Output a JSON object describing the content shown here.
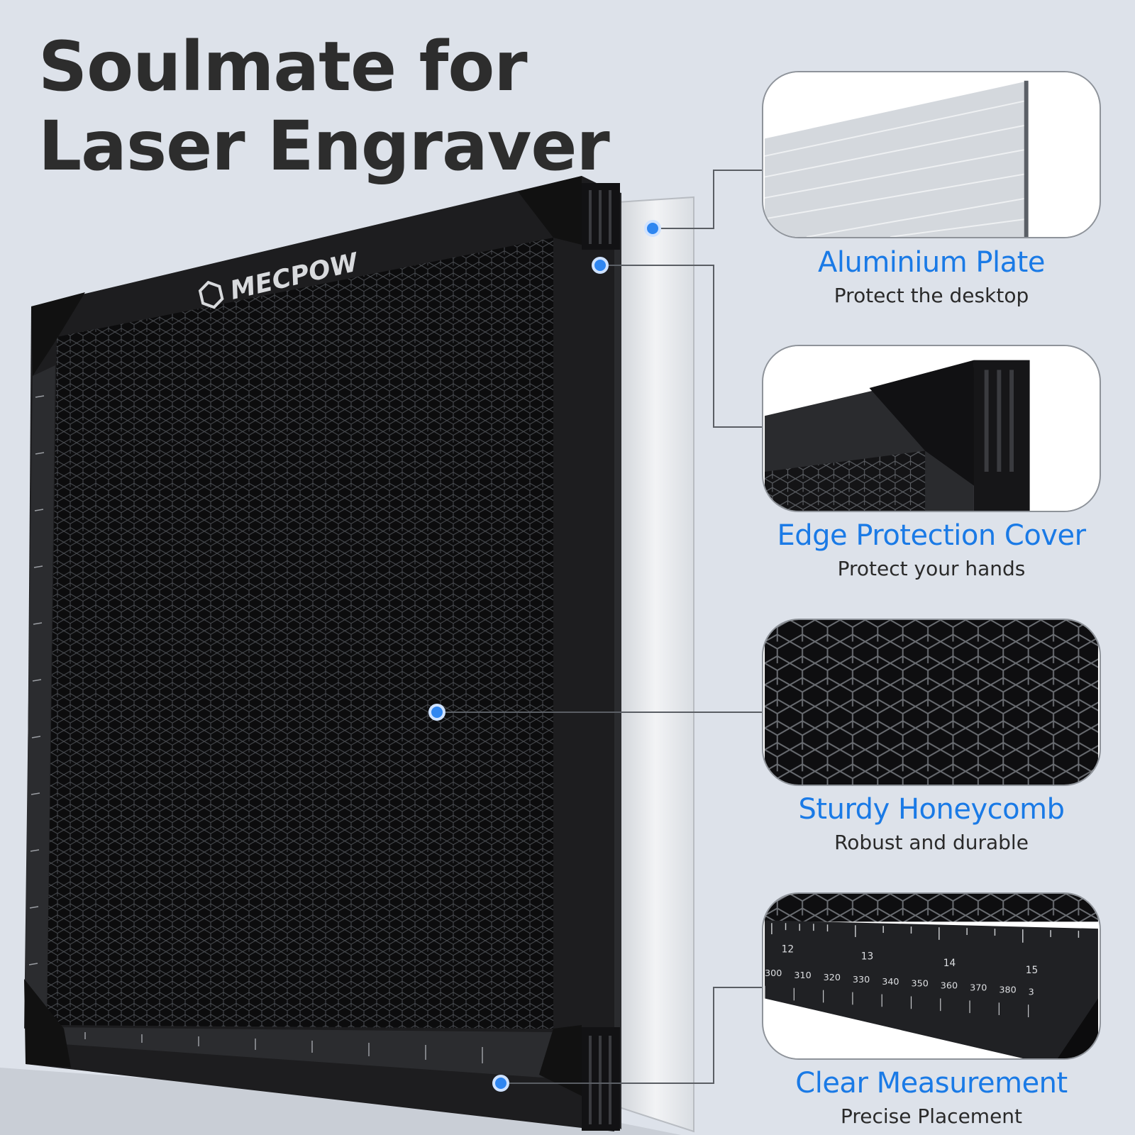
{
  "headline": {
    "line1": "Soulmate for",
    "line2": "Laser Engraver"
  },
  "brand": {
    "logo_text": "MECPOW"
  },
  "features": [
    {
      "title": "Aluminium Plate",
      "subtitle": "Protect the desktop"
    },
    {
      "title": "Edge Protection Cover",
      "subtitle": "Protect your hands"
    },
    {
      "title": "Sturdy Honeycomb",
      "subtitle": "Robust and durable"
    },
    {
      "title": "Clear Measurement",
      "subtitle": "Precise Placement"
    }
  ],
  "ruler_labels": {
    "inch": [
      "12",
      "13",
      "14",
      "15"
    ],
    "mm": [
      "300",
      "310",
      "320",
      "330",
      "340",
      "350",
      "360",
      "370",
      "380",
      "3"
    ]
  },
  "colors": {
    "background": "#dde2ea",
    "accent_blue": "#1a7ae6",
    "callout_dot": "#2f86f0",
    "frame": "#1d1d1f"
  }
}
